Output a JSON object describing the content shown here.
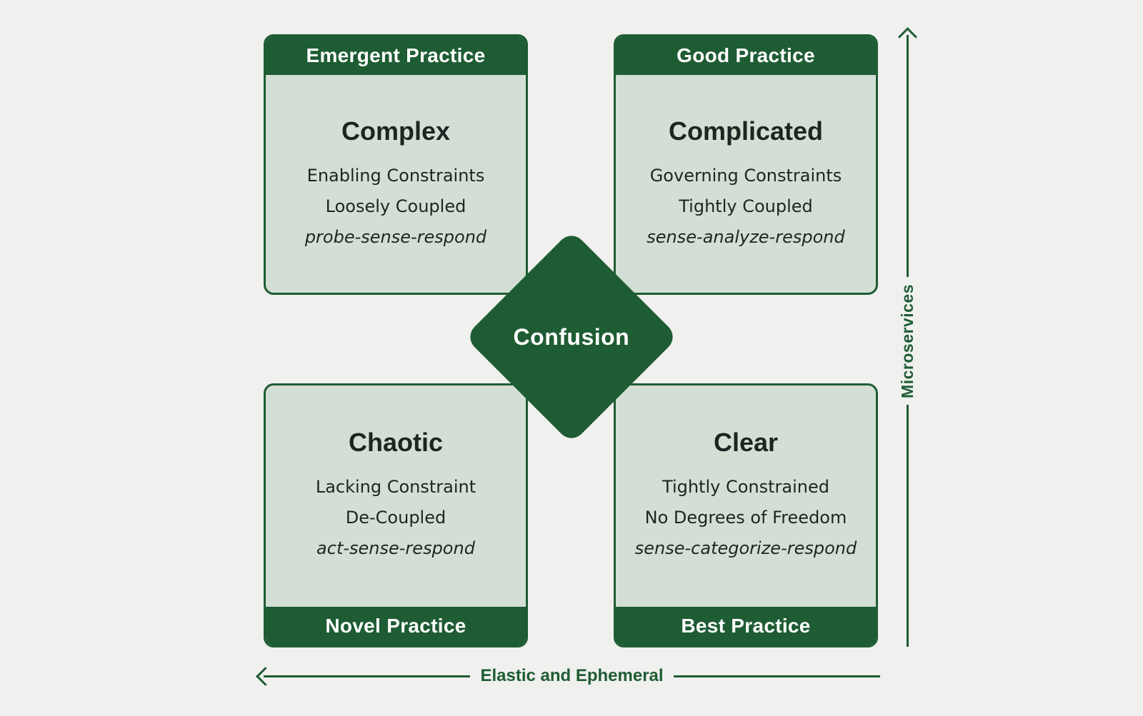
{
  "quadrants": [
    {
      "key": "complex",
      "banner": "Emergent Practice",
      "title": "Complex",
      "lines": [
        "Enabling Constraints",
        "Loosely Coupled"
      ],
      "approach": "probe-sense-respond"
    },
    {
      "key": "complicated",
      "banner": "Good Practice",
      "title": "Complicated",
      "lines": [
        "Governing Constraints",
        "Tightly Coupled"
      ],
      "approach": "sense-analyze-respond"
    },
    {
      "key": "chaotic",
      "banner": "Novel Practice",
      "title": "Chaotic",
      "lines": [
        "Lacking Constraint",
        "De-Coupled"
      ],
      "approach": "act-sense-respond"
    },
    {
      "key": "clear",
      "banner": "Best Practice",
      "title": "Clear",
      "lines": [
        "Tightly Constrained",
        "No Degrees of Freedom"
      ],
      "approach": "sense-categorize-respond"
    }
  ],
  "center": {
    "label": "Confusion"
  },
  "axes": {
    "vertical": {
      "label": "Microservices",
      "arrow_direction": "up"
    },
    "horizontal": {
      "label": "Elastic and Ephemeral",
      "arrow_direction": "left"
    }
  },
  "colors": {
    "dark_green": "#1e5c33",
    "light_green": "#d3dfd4",
    "background": "#f0f0ee",
    "ink": "#1e2422",
    "white": "#ffffff"
  }
}
